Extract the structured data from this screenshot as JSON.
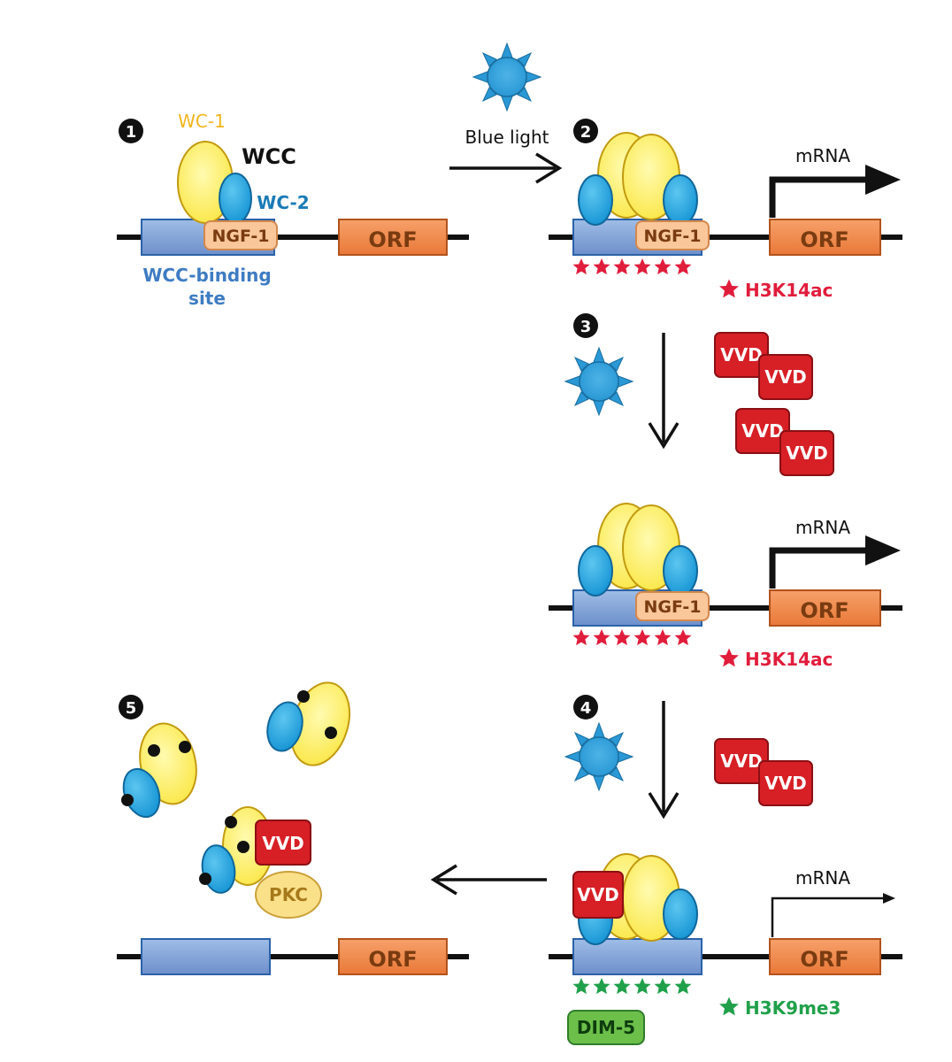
{
  "steps": {
    "s1": "1",
    "s2": "2",
    "s3": "3",
    "s4": "4",
    "s5": "5"
  },
  "labels": {
    "wc1": "WC-1",
    "wcc": "WCC",
    "wc2": "WC-2",
    "ngf1": "NGF-1",
    "orf": "ORF",
    "wcc_binding_site_line1": "WCC-binding",
    "wcc_binding_site_line2": "site",
    "blue_light": "Blue light",
    "mrna": "mRNA",
    "vvd": "VVD",
    "pkc": "PKC",
    "dim5": "DIM-5",
    "h3k14ac": "H3K14ac",
    "h3k9me3": "H3K9me3"
  },
  "colors": {
    "wc1_fill": "#fff36b",
    "wc1_text": "#f2b51d",
    "wc2_fill": "#27a9e1",
    "wc2_text": "#1b7bb7",
    "site_fill": "#7d9ed3",
    "site_text": "#3e7cc3",
    "orf_fill": "#f0874c",
    "orf_text": "#7a3b10",
    "ngf_fill": "#f9c79a",
    "vvd_fill": "#d71f26",
    "pkc_fill": "#fbe08a",
    "h3k14ac": "#e11d3c",
    "h3k9me3": "#20a04a",
    "dim5_fill": "#6cc04a",
    "sun": "#2a98d5"
  }
}
